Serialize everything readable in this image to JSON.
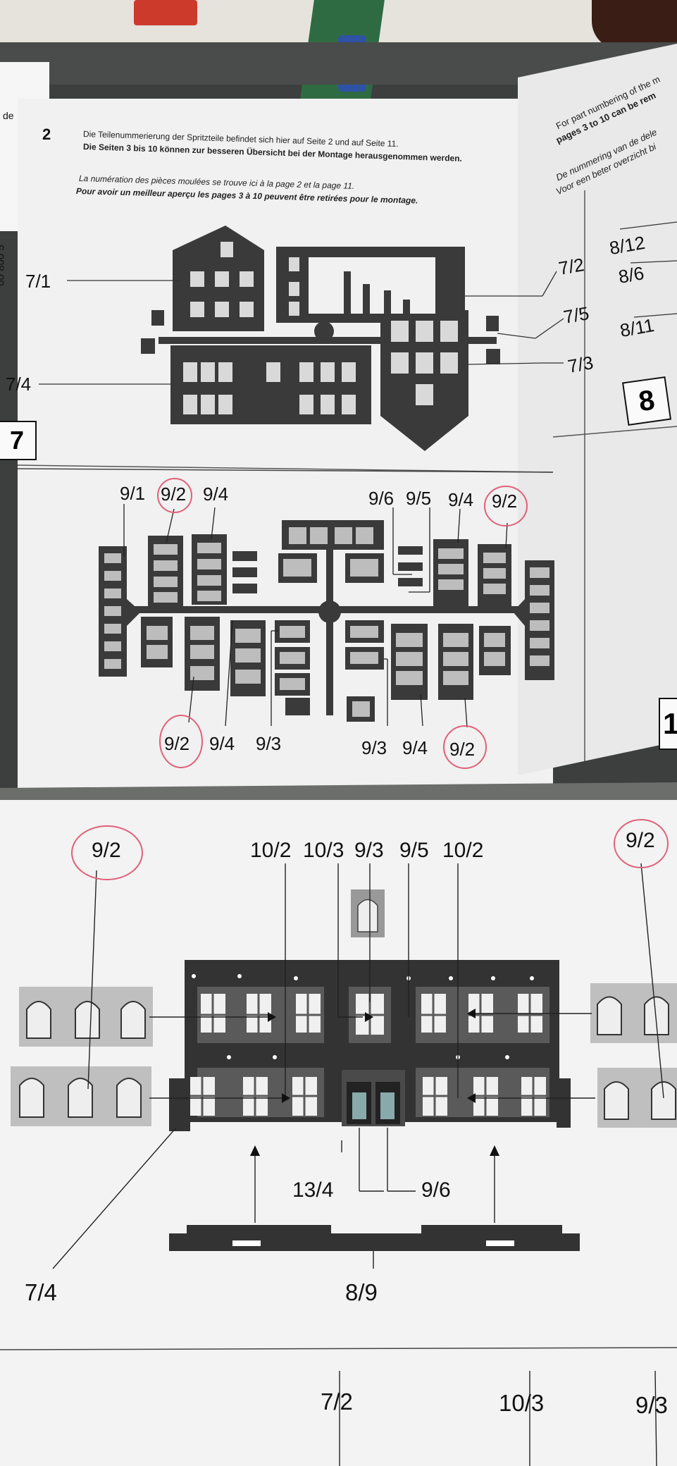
{
  "intro": {
    "page_number": "2",
    "de_line1": "Die Teilenummerierung der Spritzteile befindet sich hier auf Seite 2 und auf Seite 11.",
    "de_line2": "Die Seiten 3 bis 10 können zur besseren Übersicht bei der Montage herausgenommen werden.",
    "fr_line1": "La numération des pièces moulées se trouve ici à la page 2 et la page 11.",
    "fr_line2": "Pour avoir un meilleur aperçu les pages 3 à 10 peuvent être retirées pour le montage."
  },
  "left_edge": {
    "word": "de",
    "code": "00 800 5"
  },
  "right_page": {
    "en_line1": "For part numbering of the m",
    "en_line2": "pages 3 to 10 can be rem",
    "nl_line1": "De nummering van de dele",
    "nl_line2": "Voor een beter overzicht bi",
    "labels": {
      "l1": "8/12",
      "l2": "8/6",
      "l3": "8/11"
    },
    "box_number": "8",
    "box_number_lower": "1"
  },
  "sprue7": {
    "box_number": "7",
    "labels": {
      "l71": "7/1",
      "l74": "7/4",
      "l72": "7/2",
      "l75": "7/5",
      "l73": "7/3"
    }
  },
  "sprue9": {
    "top": {
      "a": "9/1",
      "b": "9/2",
      "c": "9/4",
      "d": "9/6",
      "e": "9/5",
      "f": "9/4",
      "g": "9/2"
    },
    "bottom": {
      "a": "9/2",
      "b": "9/4",
      "c": "9/3",
      "d": "9/3",
      "e": "9/4",
      "f": "9/2"
    }
  },
  "assembly": {
    "top": {
      "l1": "9/2",
      "l2": "10/2",
      "l3": "10/3",
      "l4": "9/3",
      "l5": "9/5",
      "l6": "10/2",
      "l7": "9/2"
    },
    "mid": {
      "a": "13/4",
      "b": "9/6"
    },
    "bottom": {
      "a": "7/4",
      "b": "8/9"
    }
  },
  "next_page": {
    "a": "7/2",
    "b": "10/3",
    "c": "9/3"
  },
  "colors": {
    "paper": "#f1f1f1",
    "plastic": "#3a3a3a",
    "highlight": "#e0607a",
    "background": "#3c3f3e"
  }
}
